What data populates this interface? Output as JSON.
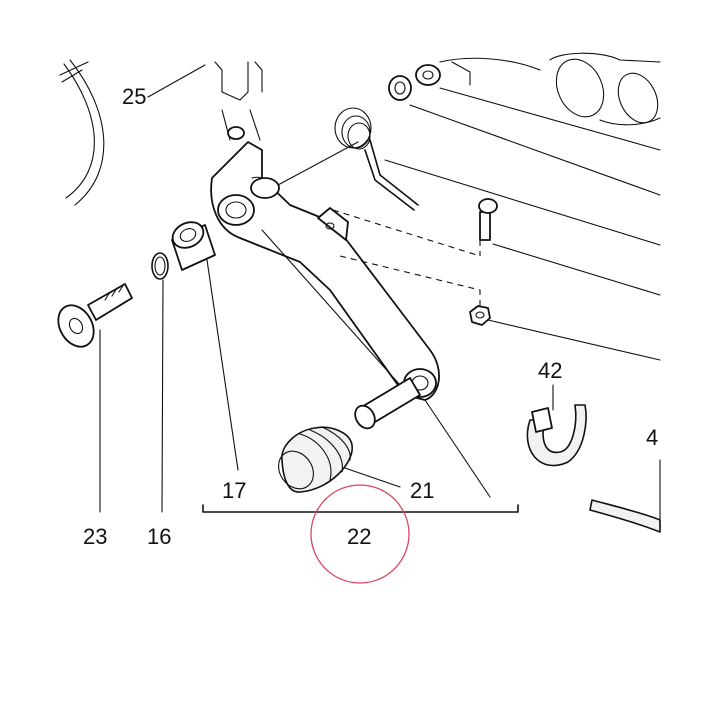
{
  "diagram": {
    "callouts": [
      "25",
      "42",
      "4",
      "17",
      "21",
      "23",
      "16",
      "22"
    ],
    "highlight_color": "#d9485f"
  }
}
